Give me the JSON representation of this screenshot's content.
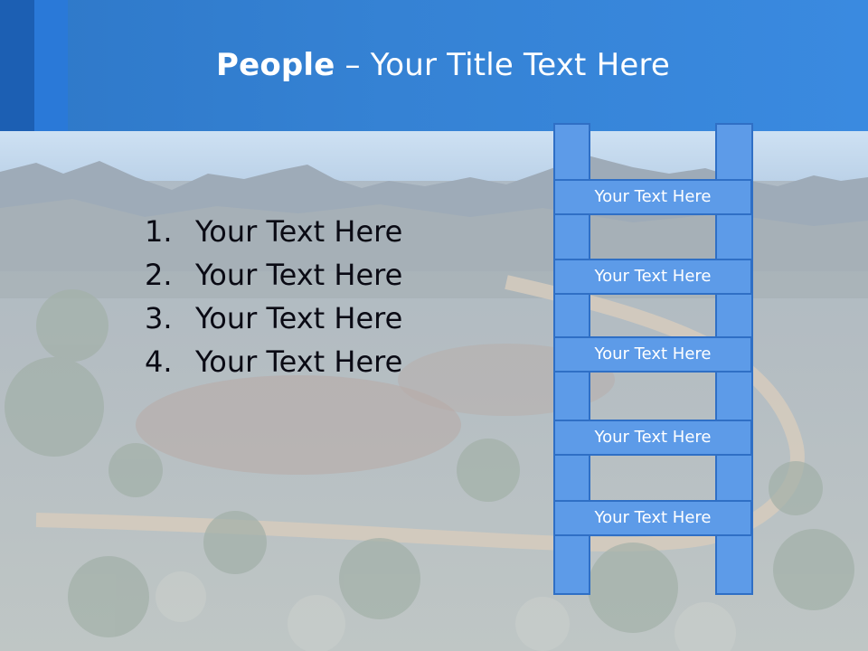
{
  "slide": {
    "title_bold": "People",
    "title_rest": " – Your Title Text Here"
  },
  "list": {
    "items": [
      {
        "num": "1.",
        "text": "Your Text Here"
      },
      {
        "num": "2.",
        "text": "Your Text Here"
      },
      {
        "num": "3.",
        "text": "Your Text Here"
      },
      {
        "num": "4.",
        "text": "Your Text Here"
      }
    ]
  },
  "ladder": {
    "rungs": [
      "Your Text Here",
      "Your Text Here",
      "Your Text Here",
      "Your Text Here",
      "Your Text Here"
    ]
  },
  "colors": {
    "header": "#3582d4",
    "ladder_fill": "#5d9be8",
    "ladder_border": "#2f6fc5"
  }
}
